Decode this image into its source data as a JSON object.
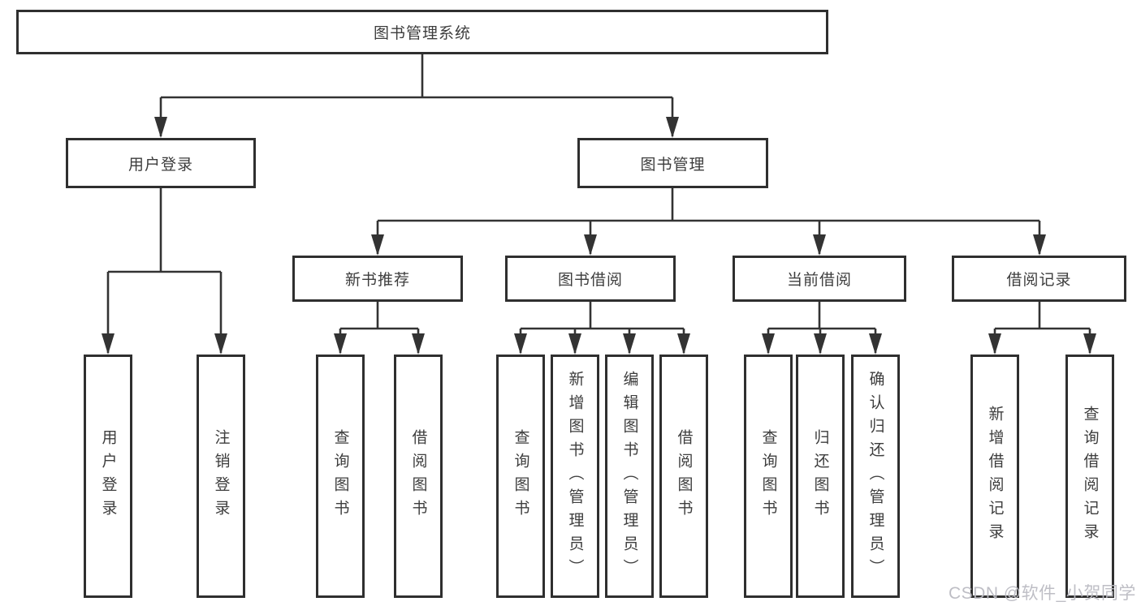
{
  "root": {
    "label": "图书管理系统"
  },
  "level2": {
    "user_login": {
      "label": "用户登录"
    },
    "book_mgmt": {
      "label": "图书管理"
    }
  },
  "level3": {
    "new_books": {
      "label": "新书推荐"
    },
    "book_borrow": {
      "label": "图书借阅"
    },
    "current_borrow": {
      "label": "当前借阅"
    },
    "borrow_records": {
      "label": "借阅记录"
    }
  },
  "leaves": {
    "user_login": [
      "用户登录",
      "注销登录"
    ],
    "new_books": [
      "查询图书",
      "借阅图书"
    ],
    "book_borrow": [
      "查询图书",
      "新增图书（管理员）",
      "编辑图书（管理员）",
      "借阅图书"
    ],
    "current_borrow": [
      "查询图书",
      "归还图书",
      "确认归还（管理员）"
    ],
    "borrow_records": [
      "新增借阅记录",
      "查询借阅记录"
    ]
  },
  "watermark": {
    "text": "CSDN @软件_小贺同学"
  },
  "colors": {
    "line": "#333333",
    "text": "#3d3d3d",
    "watermark": "#babac2"
  }
}
